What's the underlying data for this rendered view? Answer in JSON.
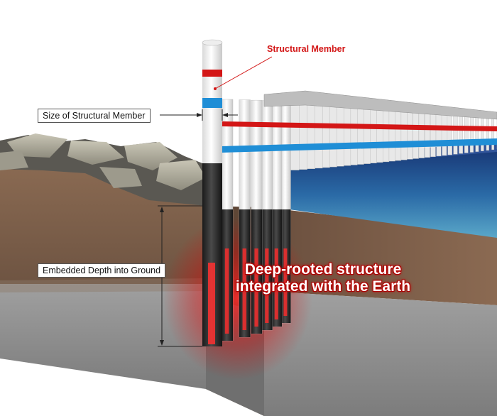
{
  "labels": {
    "structural_member": "Structural Member",
    "size_of_member": "Size of Structural Member",
    "embedded_depth": "Embedded Depth into Ground"
  },
  "headline": {
    "line1": "Deep-rooted structure",
    "line2": "integrated with the Earth"
  },
  "colors": {
    "accent_red": "#d31616",
    "accent_blue": "#1f8ed6",
    "water": "#1f3f8a",
    "soil": "#7a5a44",
    "gravel": "#8d8d8d",
    "pile_white": "#f2f2f2",
    "pile_dark": "#2a2a2a"
  }
}
